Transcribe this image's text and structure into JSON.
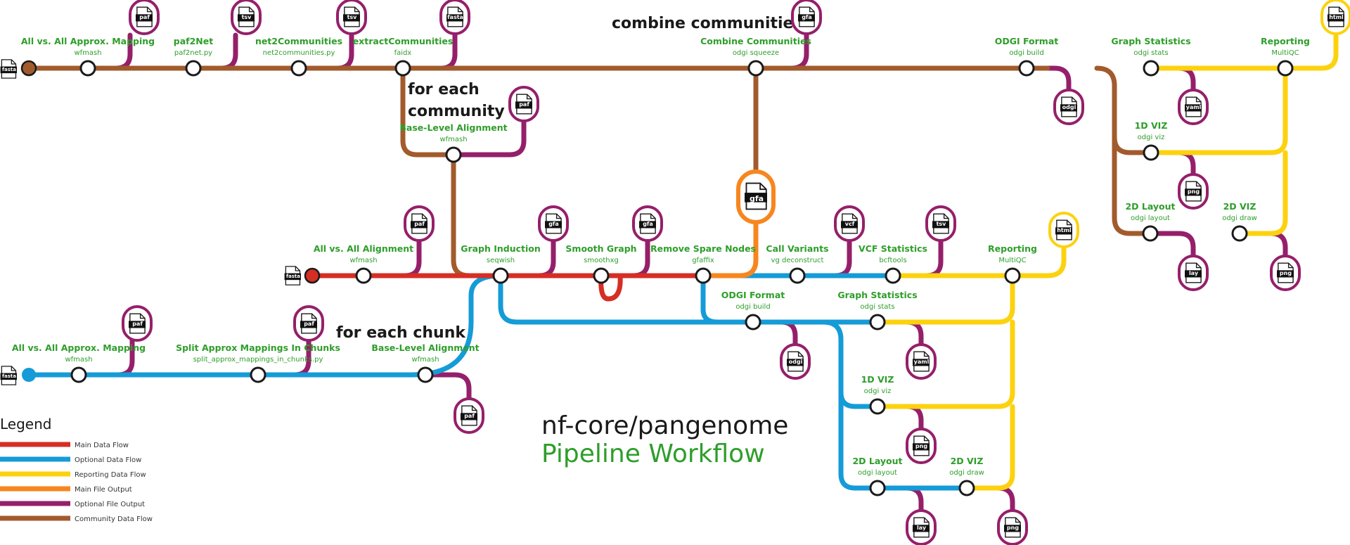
{
  "title": {
    "line1": "nf-core/pangenome",
    "line2": "Pipeline Workflow"
  },
  "colors": {
    "main": "#d52e25",
    "optional": "#159bd7",
    "reporting": "#fcd20f",
    "main_file": "#f7861f",
    "optional_file": "#951f6a",
    "community": "#a25b2c",
    "label": "#2e9e2a"
  },
  "section_labels": {
    "combine": "combine communities",
    "for_each_community": [
      "for each",
      "community"
    ],
    "for_each_chunk": "for each chunk"
  },
  "inputs": {
    "community": "fasta",
    "main": "fasta",
    "chunk": "fasta"
  },
  "steps": {
    "c_map": {
      "name": "All vs. All Approx. Mapping",
      "tool": "wfmash"
    },
    "c_paf2net": {
      "name": "paf2Net",
      "tool": "paf2net.py"
    },
    "c_net2com": {
      "name": "net2Communities",
      "tool": "net2communities.py"
    },
    "c_extract": {
      "name": "extractCommunities",
      "tool": "faidx"
    },
    "c_align": {
      "name": "Base-Level Alignment",
      "tool": "wfmash"
    },
    "c_combine": {
      "name": "Combine Communities",
      "tool": "odgi squeeze"
    },
    "c_odgi": {
      "name": "ODGI Format",
      "tool": "odgi build"
    },
    "c_stats": {
      "name": "Graph Statistics",
      "tool": "odgi stats"
    },
    "c_report": {
      "name": "Reporting",
      "tool": "MultiQC"
    },
    "c_viz1d": {
      "name": "1D VIZ",
      "tool": "odgi viz"
    },
    "c_layout": {
      "name": "2D Layout",
      "tool": "odgi layout"
    },
    "c_viz2d": {
      "name": "2D VIZ",
      "tool": "odgi draw"
    },
    "m_align": {
      "name": "All vs. All Alignment",
      "tool": "wfmash"
    },
    "m_induct": {
      "name": "Graph Induction",
      "tool": "seqwish"
    },
    "m_smooth": {
      "name": "Smooth Graph",
      "tool": "smoothxg"
    },
    "m_remove": {
      "name": "Remove Spare Nodes",
      "tool": "gfaffix"
    },
    "m_call": {
      "name": "Call Variants",
      "tool": "vg deconstruct"
    },
    "m_vcfstats": {
      "name": "VCF Statistics",
      "tool": "bcftools"
    },
    "m_report": {
      "name": "Reporting",
      "tool": "MultiQC"
    },
    "o_odgi": {
      "name": "ODGI Format",
      "tool": "odgi build"
    },
    "o_stats": {
      "name": "Graph Statistics",
      "tool": "odgi stats"
    },
    "o_viz1d": {
      "name": "1D VIZ",
      "tool": "odgi viz"
    },
    "o_layout": {
      "name": "2D Layout",
      "tool": "odgi layout"
    },
    "o_viz2d": {
      "name": "2D VIZ",
      "tool": "odgi draw"
    },
    "k_map": {
      "name": "All vs. All Approx. Mapping",
      "tool": "wfmash"
    },
    "k_split": {
      "name": "Split Approx Mappings In Chunks",
      "tool": "split_approx_mappings_in_chunks.py"
    },
    "k_align": {
      "name": "Base-Level Alignment",
      "tool": "wfmash"
    }
  },
  "files": {
    "c_paf1": "paf",
    "c_tsv1": "tsv",
    "c_tsv2": "tsv",
    "c_fasta": "fasta",
    "c_paf2": "paf",
    "c_gfa": "gfa",
    "c_html": "html",
    "c_odgi": "odgi",
    "c_yaml": "yaml",
    "c_png1": "png",
    "c_lay": "lay",
    "c_png2": "png",
    "m_paf": "paf",
    "m_gfa1": "gfa",
    "m_gfa2": "gfa",
    "m_gfa_main": "gfa",
    "m_vcf": "vcf",
    "m_tsv": "tsv",
    "m_html": "html",
    "o_odgi": "odgi",
    "o_yaml": "yaml",
    "o_png1": "png",
    "o_lay": "lay",
    "o_png2": "png",
    "k_paf1": "paf",
    "k_paf2": "paf",
    "k_paf3": "paf"
  },
  "legend": {
    "title": "Legend",
    "items": [
      {
        "label": "Main Data Flow",
        "color": "#d52e25"
      },
      {
        "label": "Optional Data Flow",
        "color": "#159bd7"
      },
      {
        "label": "Reporting Data Flow",
        "color": "#fcd20f"
      },
      {
        "label": "Main File Output",
        "color": "#f7861f"
      },
      {
        "label": "Optional File Output",
        "color": "#951f6a"
      },
      {
        "label": "Community Data Flow",
        "color": "#a25b2c"
      }
    ]
  }
}
